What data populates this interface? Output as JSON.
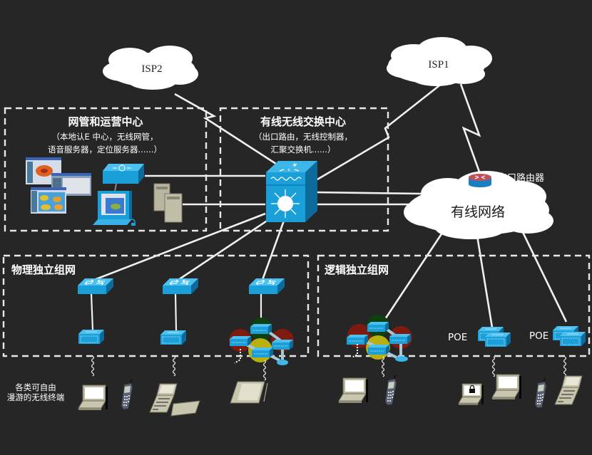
{
  "colors": {
    "background": "#262626",
    "device_blue": "#1a9fd8",
    "device_blue_dark": "#0d6b9c",
    "device_blue_top": "#3fb6e8",
    "cloud": "#ffffff",
    "line": "#f0f0f0",
    "terminal_beige": "#c8c6ae",
    "router_red": "#c0505a"
  },
  "clouds": {
    "isp2": {
      "label": "ISP2"
    },
    "isp1": {
      "label": "ISP1"
    },
    "wired_network": {
      "label": "有线网络"
    }
  },
  "router": {
    "label": "出口路由器"
  },
  "zones": {
    "nms": {
      "title": "网管和运营中心",
      "desc_line1": "（本地认E  中心，无线网管，",
      "desc_line2": "语音服务器，定位服务器......）"
    },
    "core": {
      "title": "有线无线交换中心",
      "desc_line1": "（出口路由，无线控制器，",
      "desc_line2": "汇聚交换机......）"
    },
    "physical": {
      "title": "物理独立组网"
    },
    "logical": {
      "title": "逻辑独立组网"
    }
  },
  "poe_labels": [
    "POE",
    "POE"
  ],
  "terminals_caption": {
    "line1": "各类可自由",
    "line2": "漫游的无线终端"
  },
  "icons": [
    "cloud-icon",
    "router-icon",
    "multilayer-switch-icon",
    "workgroup-switch-icon",
    "access-point-icon",
    "mesh-ap-cluster-icon",
    "server-icon",
    "workstation-icon",
    "screenshot-window-icon",
    "laptop-icon",
    "phone-icon",
    "pda-icon",
    "tablet-icon",
    "lock-icon"
  ]
}
